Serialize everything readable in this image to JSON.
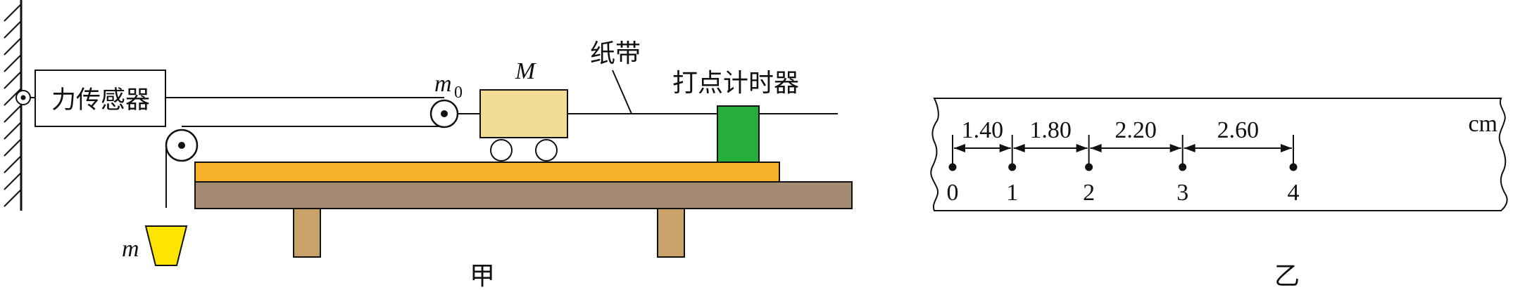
{
  "apparatus": {
    "sensor_label": "力传感器",
    "pulley_mass_label": "m",
    "pulley_mass_subscript": "0",
    "cart_label": "M",
    "tape_label": "纸带",
    "timer_label": "打点计时器",
    "hanging_mass_label": "m",
    "caption": "甲",
    "colors": {
      "board": "#f5b12a",
      "table": "#a58b72",
      "table_leg": "#c9a26a",
      "cart": "#f2dc96",
      "timer": "#27ad3a",
      "bucket": "#ffe500"
    }
  },
  "tape": {
    "unit": "cm",
    "caption": "乙",
    "points": [
      "0",
      "1",
      "2",
      "3",
      "4"
    ],
    "intervals": [
      "1.40",
      "1.80",
      "2.20",
      "2.60"
    ]
  }
}
